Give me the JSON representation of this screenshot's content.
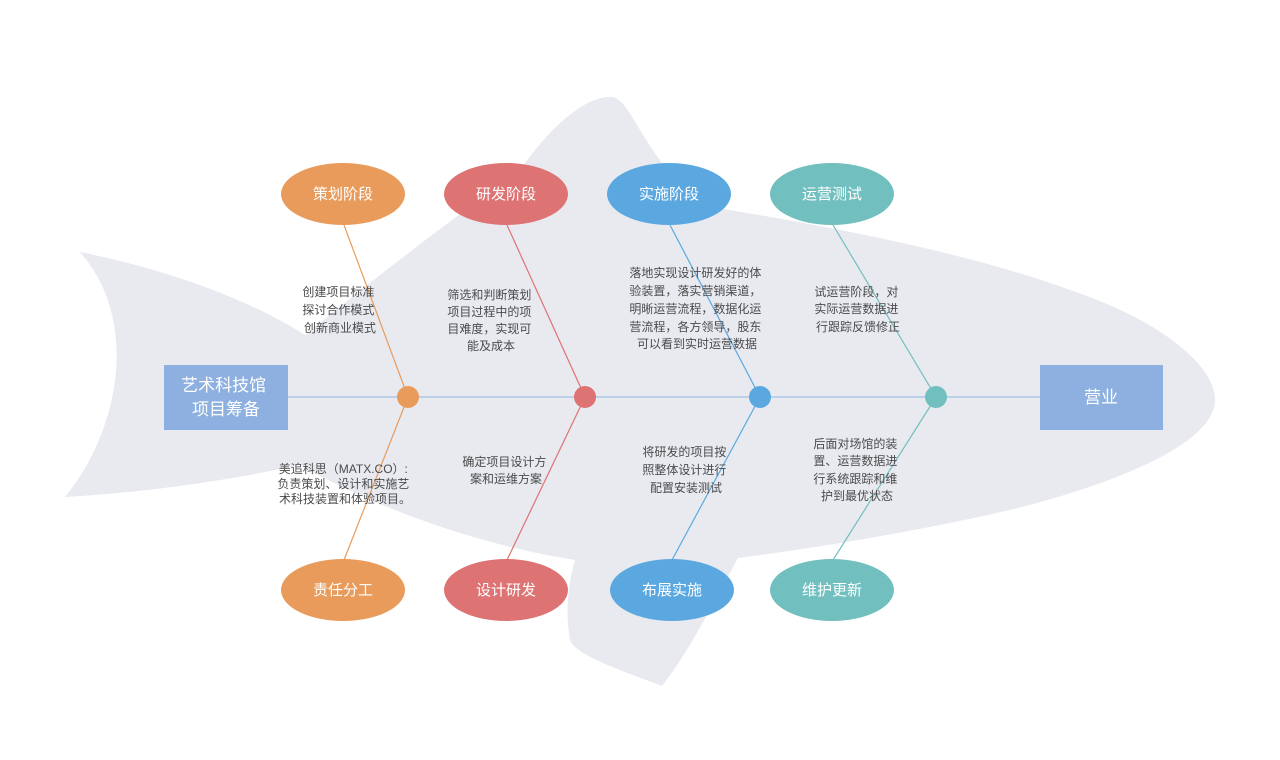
{
  "start": {
    "lines": [
      "艺术科技馆",
      "项目筹备"
    ]
  },
  "end": {
    "label": "营业"
  },
  "colors": {
    "fish": "#e8eaf0",
    "spine": "#a3c0e6",
    "box": "#8db0e0",
    "note_text": "#4b4b4b"
  },
  "branches": [
    {
      "color": "#e99b5b",
      "top": {
        "label": "策划阶段",
        "note": [
          "创建项目标准",
          "探讨合作模式",
          "创新商业模式"
        ]
      },
      "bottom": {
        "label": "责任分工",
        "note": [
          "美追科思（MATX.CO）:",
          "负责策划、设计和实施艺",
          "术科技装置和体验项目。"
        ]
      }
    },
    {
      "color": "#de7373",
      "top": {
        "label": "研发阶段",
        "note": [
          "筛选和判断策划",
          "项目过程中的项",
          "目难度，实现可",
          "能及成本"
        ]
      },
      "bottom": {
        "label": "设计研发",
        "note": [
          "确定项目设计方",
          "案和运维方案"
        ]
      }
    },
    {
      "color": "#5ba8e0",
      "top": {
        "label": "实施阶段",
        "note": [
          "落地实现设计研发好的体",
          "验装置，落实营销渠道，",
          "明晰运营流程，数据化运",
          "营流程，各方领导，股东",
          "可以看到实时运营数据"
        ]
      },
      "bottom": {
        "label": "布展实施",
        "note": [
          "将研发的项目按",
          "照整体设计进行",
          "配置安装测试"
        ]
      }
    },
    {
      "color": "#72bfbf",
      "top": {
        "label": "运营测试",
        "note": [
          "试运营阶段，对",
          "实际运营数据进",
          "行跟踪反馈修正"
        ]
      },
      "bottom": {
        "label": "维护更新",
        "note": [
          "后面对场馆的装",
          "置、运营数据进",
          "行系统跟踪和维",
          "护到最优状态"
        ]
      }
    }
  ]
}
